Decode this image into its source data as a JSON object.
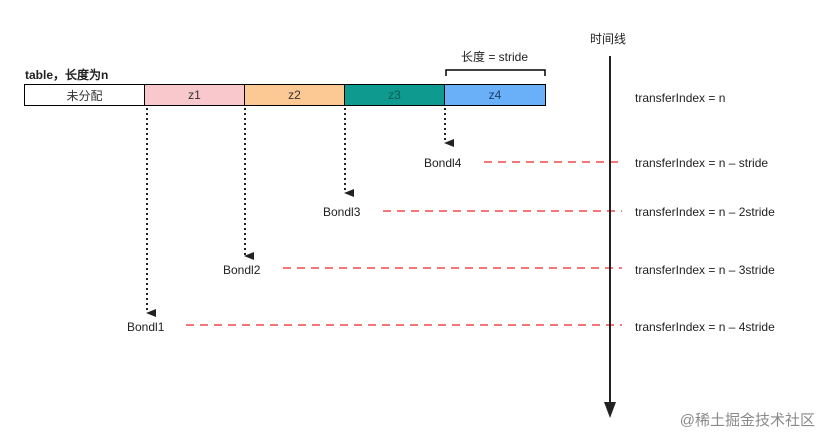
{
  "title": "table，长度为n",
  "stride_label": "长度 = stride",
  "timeline_label": "时间线",
  "cells": [
    "未分配",
    "z1",
    "z2",
    "z3",
    "z4"
  ],
  "bonds": [
    "Bondl4",
    "Bondl3",
    "Bondl2",
    "Bondl1"
  ],
  "transfer_indexes": [
    "transferIndex = n",
    "transferIndex = n – stride",
    "transferIndex = n – 2stride",
    "transferIndex = n – 3stride",
    "transferIndex = n – 4stride"
  ],
  "watermark": "@稀土掘金技术社区",
  "colors": {
    "z1": "#f8c8cc",
    "z2": "#fcc894",
    "z3": "#0e9a8e",
    "z4": "#6ab0f8",
    "dashed_red": "#f04848"
  }
}
